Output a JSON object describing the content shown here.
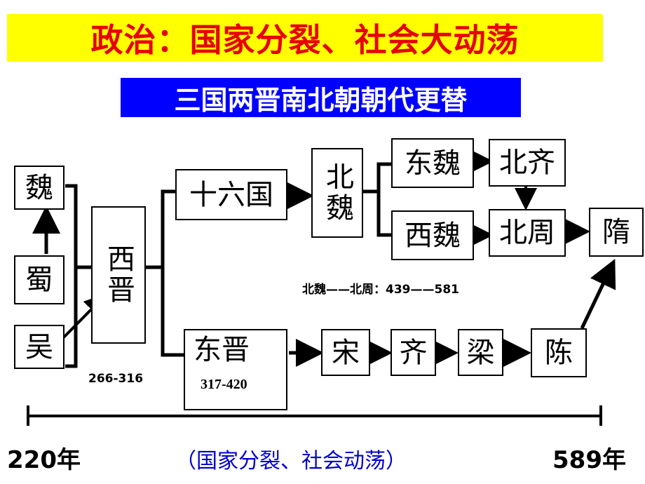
{
  "banner": {
    "title": "政治：国家分裂、社会大动荡",
    "bg": "#ffff00",
    "color": "#e60000"
  },
  "subtitle": {
    "title": "三国两晋南北朝朝代更替",
    "bg": "#0000ff",
    "color": "#ffffff"
  },
  "nodes": {
    "wei": "魏",
    "shu": "蜀",
    "wu": "吴",
    "xijin": "西晋",
    "shiliuguo": "十六国",
    "beiwei": "北魏",
    "dongwei": "东魏",
    "xiwei": "西魏",
    "beiqi": "北齐",
    "beizhou": "北周",
    "sui": "隋",
    "dongjin": "东晋",
    "song": "宋",
    "qi": "齐",
    "liang": "梁",
    "chen": "陈"
  },
  "notes": {
    "xijin_years": "266-316",
    "dongjin_years": "317-420",
    "beiwei_note": "北魏——北周：439——581"
  },
  "timeline": {
    "start": "220年",
    "end": "589年",
    "caption": "（国家分裂、社会动荡）"
  }
}
